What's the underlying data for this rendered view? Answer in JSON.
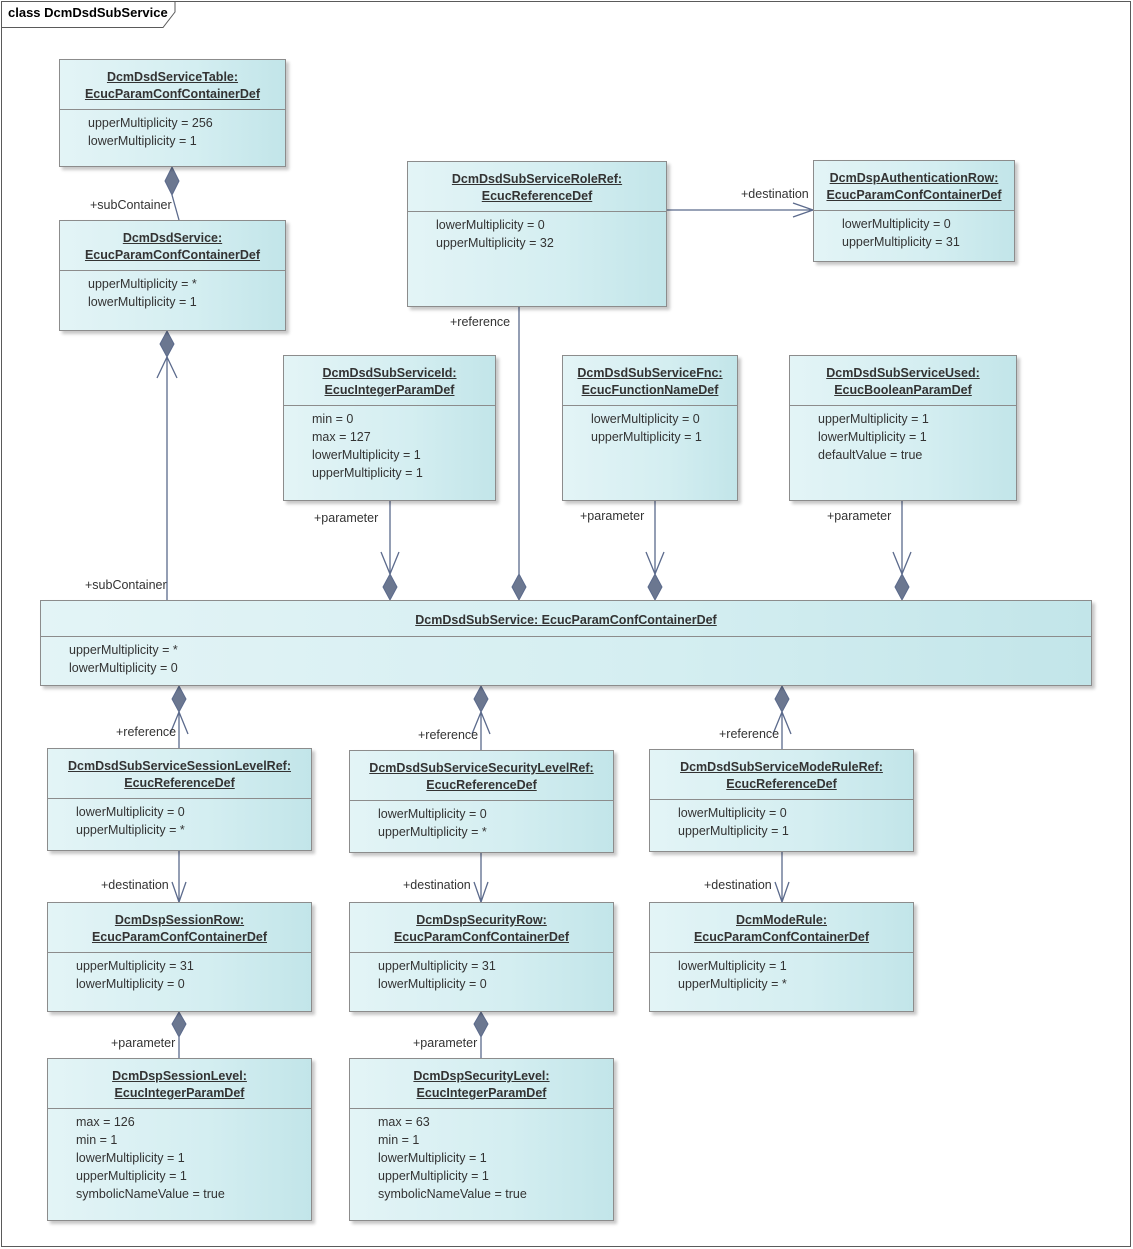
{
  "diagram_title": "class DcmDsdSubService",
  "classes": {
    "service_table": {
      "name": "DcmDsdServiceTable:",
      "type": "EcucParamConfContainerDef",
      "attrs": [
        "upperMultiplicity = 256",
        "lowerMultiplicity = 1"
      ]
    },
    "service": {
      "name": "DcmDsdService:",
      "type": "EcucParamConfContainerDef",
      "attrs": [
        "upperMultiplicity = *",
        "lowerMultiplicity = 1"
      ]
    },
    "role_ref": {
      "name": "DcmDsdSubServiceRoleRef:",
      "type": "EcucReferenceDef",
      "attrs": [
        "lowerMultiplicity = 0",
        "upperMultiplicity = 32"
      ]
    },
    "auth_row": {
      "name": "DcmDspAuthenticationRow:",
      "type": "EcucParamConfContainerDef",
      "attrs": [
        "lowerMultiplicity = 0",
        "upperMultiplicity = 31"
      ]
    },
    "sub_service_id": {
      "name": "DcmDsdSubServiceId:",
      "type": "EcucIntegerParamDef",
      "attrs": [
        "min = 0",
        "max = 127",
        "lowerMultiplicity = 1",
        "upperMultiplicity = 1"
      ]
    },
    "sub_service_fnc": {
      "name": "DcmDsdSubServiceFnc:",
      "type": "EcucFunctionNameDef",
      "attrs": [
        "lowerMultiplicity = 0",
        "upperMultiplicity = 1"
      ]
    },
    "sub_service_used": {
      "name": "DcmDsdSubServiceUsed:",
      "type": "EcucBooleanParamDef",
      "attrs": [
        "upperMultiplicity = 1",
        "lowerMultiplicity = 1",
        "defaultValue = true"
      ]
    },
    "sub_service": {
      "title": "DcmDsdSubService: EcucParamConfContainerDef",
      "attrs": [
        "upperMultiplicity = *",
        "lowerMultiplicity = 0"
      ]
    },
    "session_level_ref": {
      "name": "DcmDsdSubServiceSessionLevelRef:",
      "type": "EcucReferenceDef",
      "attrs": [
        "lowerMultiplicity = 0",
        "upperMultiplicity = *"
      ]
    },
    "security_level_ref": {
      "name": "DcmDsdSubServiceSecurityLevelRef:",
      "type": "EcucReferenceDef",
      "attrs": [
        "lowerMultiplicity = 0",
        "upperMultiplicity = *"
      ]
    },
    "mode_rule_ref": {
      "name": "DcmDsdSubServiceModeRuleRef:",
      "type": "EcucReferenceDef",
      "attrs": [
        "lowerMultiplicity = 0",
        "upperMultiplicity = 1"
      ]
    },
    "session_row": {
      "name": "DcmDspSessionRow:",
      "type": "EcucParamConfContainerDef",
      "attrs": [
        "upperMultiplicity = 31",
        "lowerMultiplicity = 0"
      ]
    },
    "security_row": {
      "name": "DcmDspSecurityRow:",
      "type": "EcucParamConfContainerDef",
      "attrs": [
        "upperMultiplicity = 31",
        "lowerMultiplicity = 0"
      ]
    },
    "mode_rule": {
      "name": "DcmModeRule:",
      "type": "EcucParamConfContainerDef",
      "attrs": [
        "lowerMultiplicity = 1",
        "upperMultiplicity = *"
      ]
    },
    "session_level": {
      "name": "DcmDspSessionLevel:",
      "type": "EcucIntegerParamDef",
      "attrs": [
        "max = 126",
        "min = 1",
        "lowerMultiplicity = 1",
        "upperMultiplicity = 1",
        "symbolicNameValue = true"
      ]
    },
    "security_level": {
      "name": "DcmDspSecurityLevel:",
      "type": "EcucIntegerParamDef",
      "attrs": [
        "max = 63",
        "min = 1",
        "lowerMultiplicity = 1",
        "upperMultiplicity = 1",
        "symbolicNameValue = true"
      ]
    }
  },
  "labels": {
    "sub_container": "+subContainer",
    "destination": "+destination",
    "reference": "+reference",
    "parameter": "+parameter"
  },
  "colors": {
    "line": "#5b6a8c",
    "diamond": "#6b7790",
    "box_border": "#8c8c8c",
    "box_fill": "#d4eef1"
  }
}
